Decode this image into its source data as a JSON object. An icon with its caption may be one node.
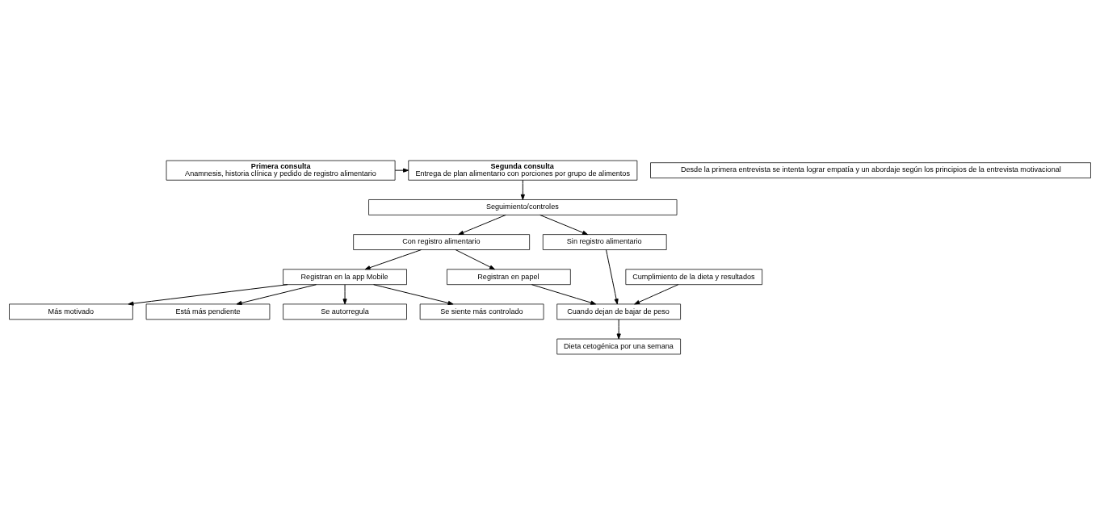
{
  "diagram": {
    "nodes": [
      {
        "text": [
          "Primera consulta",
          "Anamnesis, historia clínica y pedido de registro alimentario"
        ]
      },
      {
        "text": [
          "Segunda consulta",
          "Entrega de plan alimentario con porciones por grupo de alimentos"
        ]
      },
      {
        "text": [
          "Seguimiento/controles"
        ]
      },
      {
        "text": [
          "Con registro alimentario"
        ]
      },
      {
        "text": [
          "Sin registro alimentario"
        ]
      },
      {
        "text": [
          "Registran en la app Mobile"
        ]
      },
      {
        "text": [
          "Registran en papel"
        ]
      },
      {
        "text": [
          "Más motivado"
        ]
      },
      {
        "text": [
          "Está más pendiente"
        ]
      },
      {
        "text": [
          "Se autorregula"
        ]
      },
      {
        "text": [
          "Se siente más controlado"
        ]
      },
      {
        "text": [
          "Cumplimiento de la dieta y resultados"
        ]
      },
      {
        "text": [
          "Cuando dejan de bajar de peso"
        ]
      },
      {
        "text": [
          "Dieta cetogénica por una semana"
        ]
      },
      {
        "text": [
          "Desde la primera entrevista se intenta lograr empatía y un abordaje según los principios de la entrevista motivacional"
        ]
      }
    ],
    "edges": [
      {
        "from": 0,
        "to": 1,
        "arrow": "to"
      },
      {
        "from": 1,
        "to": 2,
        "arrow": "to"
      },
      {
        "from": 2,
        "to": 3,
        "arrow": "to"
      },
      {
        "from": 2,
        "to": 4,
        "arrow": "to"
      },
      {
        "from": 3,
        "to": 5,
        "arrow": "to"
      },
      {
        "from": 3,
        "to": 6,
        "arrow": "to"
      },
      {
        "from": 5,
        "to": 7,
        "arrow": "to"
      },
      {
        "from": 5,
        "to": 8,
        "arrow": "to"
      },
      {
        "from": 5,
        "to": 9,
        "arrow": "to"
      },
      {
        "from": 5,
        "to": 10,
        "arrow": "to"
      },
      {
        "from": 6,
        "to": 12,
        "arrow": "to"
      },
      {
        "from": 11,
        "to": 12,
        "arrow": "to"
      },
      {
        "from": 4,
        "to": 12,
        "arrow": "to"
      },
      {
        "from": 12,
        "to": 13,
        "arrow": "to"
      }
    ]
  }
}
